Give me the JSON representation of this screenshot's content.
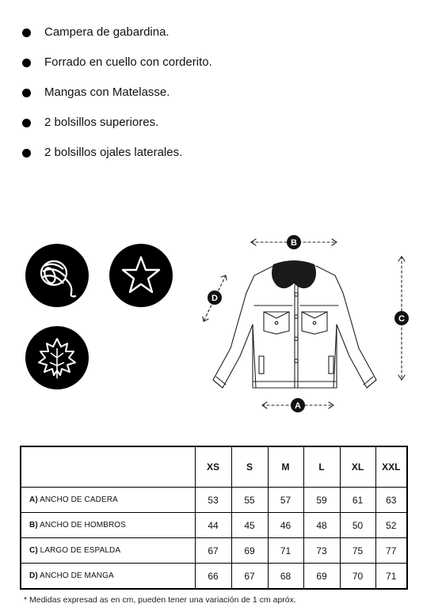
{
  "features": [
    "Campera de gabardina.",
    "Forrado en cuello con corderito.",
    "Mangas con Matelasse.",
    "2 bolsillos superiores.",
    "2 bolsillos ojales laterales."
  ],
  "badges": [
    "yarn-icon",
    "star-icon",
    "leaf-icon"
  ],
  "diagram": {
    "labels": {
      "a": "A",
      "b": "B",
      "c": "C",
      "d": "D"
    }
  },
  "size_table": {
    "headers": [
      "XS",
      "S",
      "M",
      "L",
      "XL",
      "XXL"
    ],
    "rows": [
      {
        "letter": "A)",
        "name": "ANCHO DE CADERA",
        "values": [
          "53",
          "55",
          "57",
          "59",
          "61",
          "63"
        ]
      },
      {
        "letter": "B)",
        "name": "ANCHO DE HOMBROS",
        "values": [
          "44",
          "45",
          "46",
          "48",
          "50",
          "52"
        ]
      },
      {
        "letter": "C)",
        "name": "LARGO DE ESPALDA",
        "values": [
          "67",
          "69",
          "71",
          "73",
          "75",
          "77"
        ]
      },
      {
        "letter": "D)",
        "name": "ANCHO DE MANGA",
        "values": [
          "66",
          "67",
          "68",
          "69",
          "70",
          "71"
        ]
      }
    ]
  },
  "note": "* Medidas expresad as en cm, pueden tener una variación de 1 cm apróx."
}
